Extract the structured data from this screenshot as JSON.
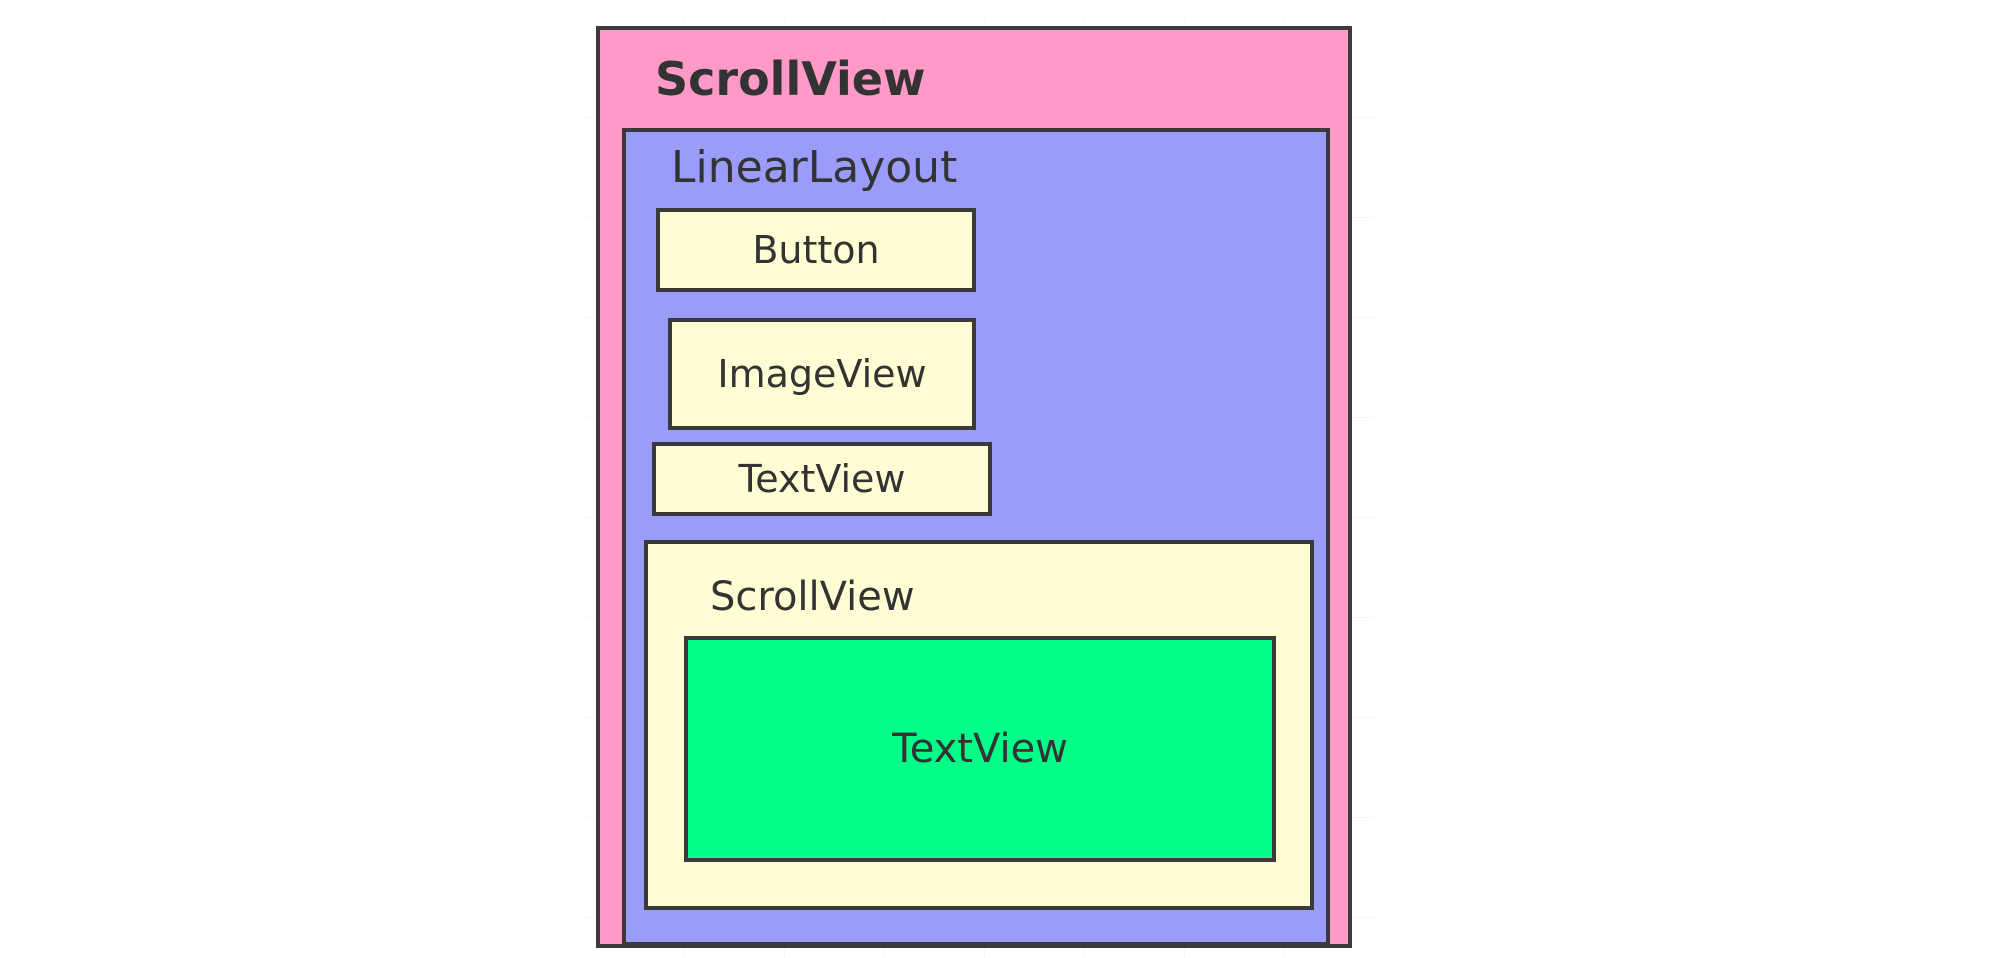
{
  "diagram": {
    "outer_scrollview": {
      "label": "ScrollView",
      "color": "#ff99c8"
    },
    "linear_layout": {
      "label": "LinearLayout",
      "color": "#9b9bf9"
    },
    "button": {
      "label": "Button",
      "color": "#fffdd4"
    },
    "image_view": {
      "label": "ImageView",
      "color": "#fffdd4"
    },
    "text_view": {
      "label": "TextView",
      "color": "#fffdd4"
    },
    "inner_scrollview": {
      "label": "ScrollView",
      "color": "#fffdd4"
    },
    "inner_text_view": {
      "label": "TextView",
      "color": "#00ff88"
    }
  }
}
